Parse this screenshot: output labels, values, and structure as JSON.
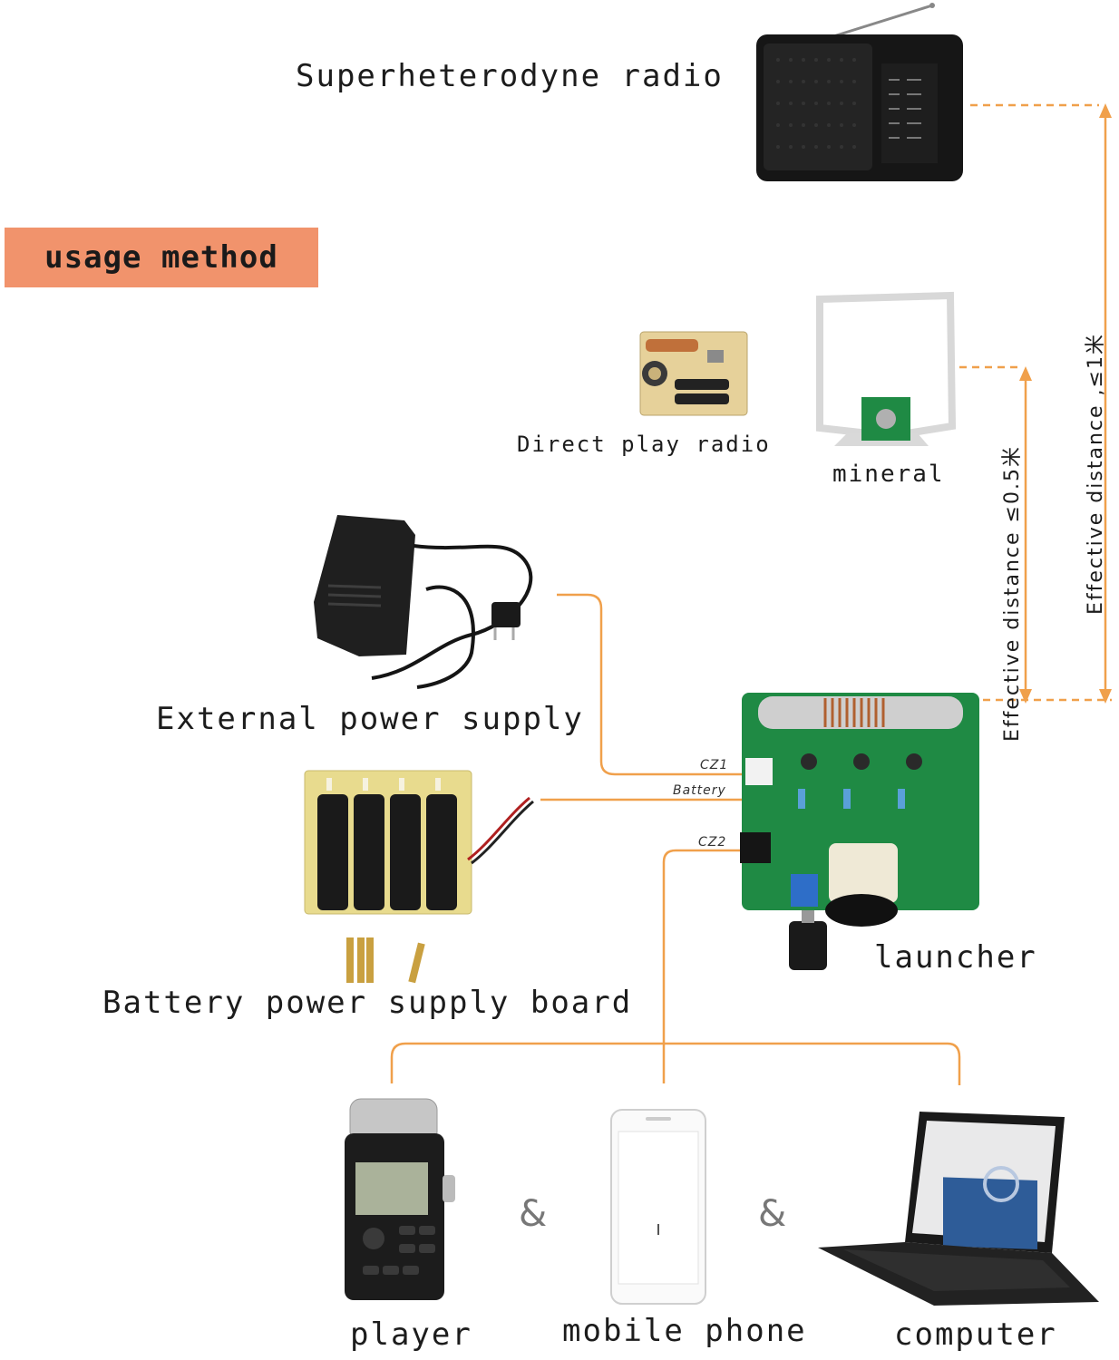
{
  "header": {
    "usage_method": "usage method"
  },
  "devices": {
    "superheterodyne_radio": "Superheterodyne radio",
    "direct_play_radio": "Direct play radio",
    "mineral": "mineral",
    "external_power_supply": "External power supply",
    "battery_power_supply_board": "Battery power supply board",
    "launcher": "launcher",
    "player": "player",
    "mobile_phone": "mobile phone",
    "computer": "computer"
  },
  "connectors": {
    "cz1": "CZ1",
    "battery": "Battery",
    "cz2": "CZ2"
  },
  "distances": {
    "mineral_distance": "Effective distance ≤0.5米",
    "radio_distance": "Effective distance ,≤1米"
  },
  "separators": {
    "amp1": "&",
    "amp2": "&"
  },
  "colors": {
    "line": "#f0a04b",
    "badge": "#f1936c",
    "pcb": "#1f8a44"
  }
}
